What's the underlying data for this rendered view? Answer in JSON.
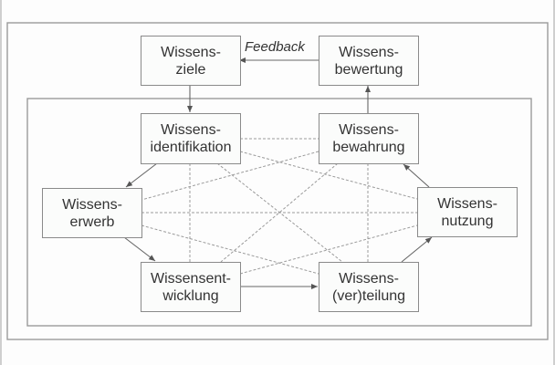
{
  "diagram": {
    "feedback_label": "Feedback",
    "nodes": {
      "ziele": {
        "line1": "Wissens-",
        "line2": "ziele"
      },
      "bewertung": {
        "line1": "Wissens-",
        "line2": "bewertung"
      },
      "identifikation": {
        "line1": "Wissens-",
        "line2": "identifikation"
      },
      "bewahrung": {
        "line1": "Wissens-",
        "line2": "bewahrung"
      },
      "erwerb": {
        "line1": "Wissens-",
        "line2": "erwerb"
      },
      "nutzung": {
        "line1": "Wissens-",
        "line2": "nutzung"
      },
      "entwicklung": {
        "line1": "Wissensent-",
        "line2": "wicklung"
      },
      "verteilung": {
        "line1": "Wissens-",
        "line2": "(ver)teilung"
      }
    },
    "colors": {
      "line": "#7a7a7a",
      "dashed": "#9a9a9a",
      "text": "#333333"
    }
  }
}
